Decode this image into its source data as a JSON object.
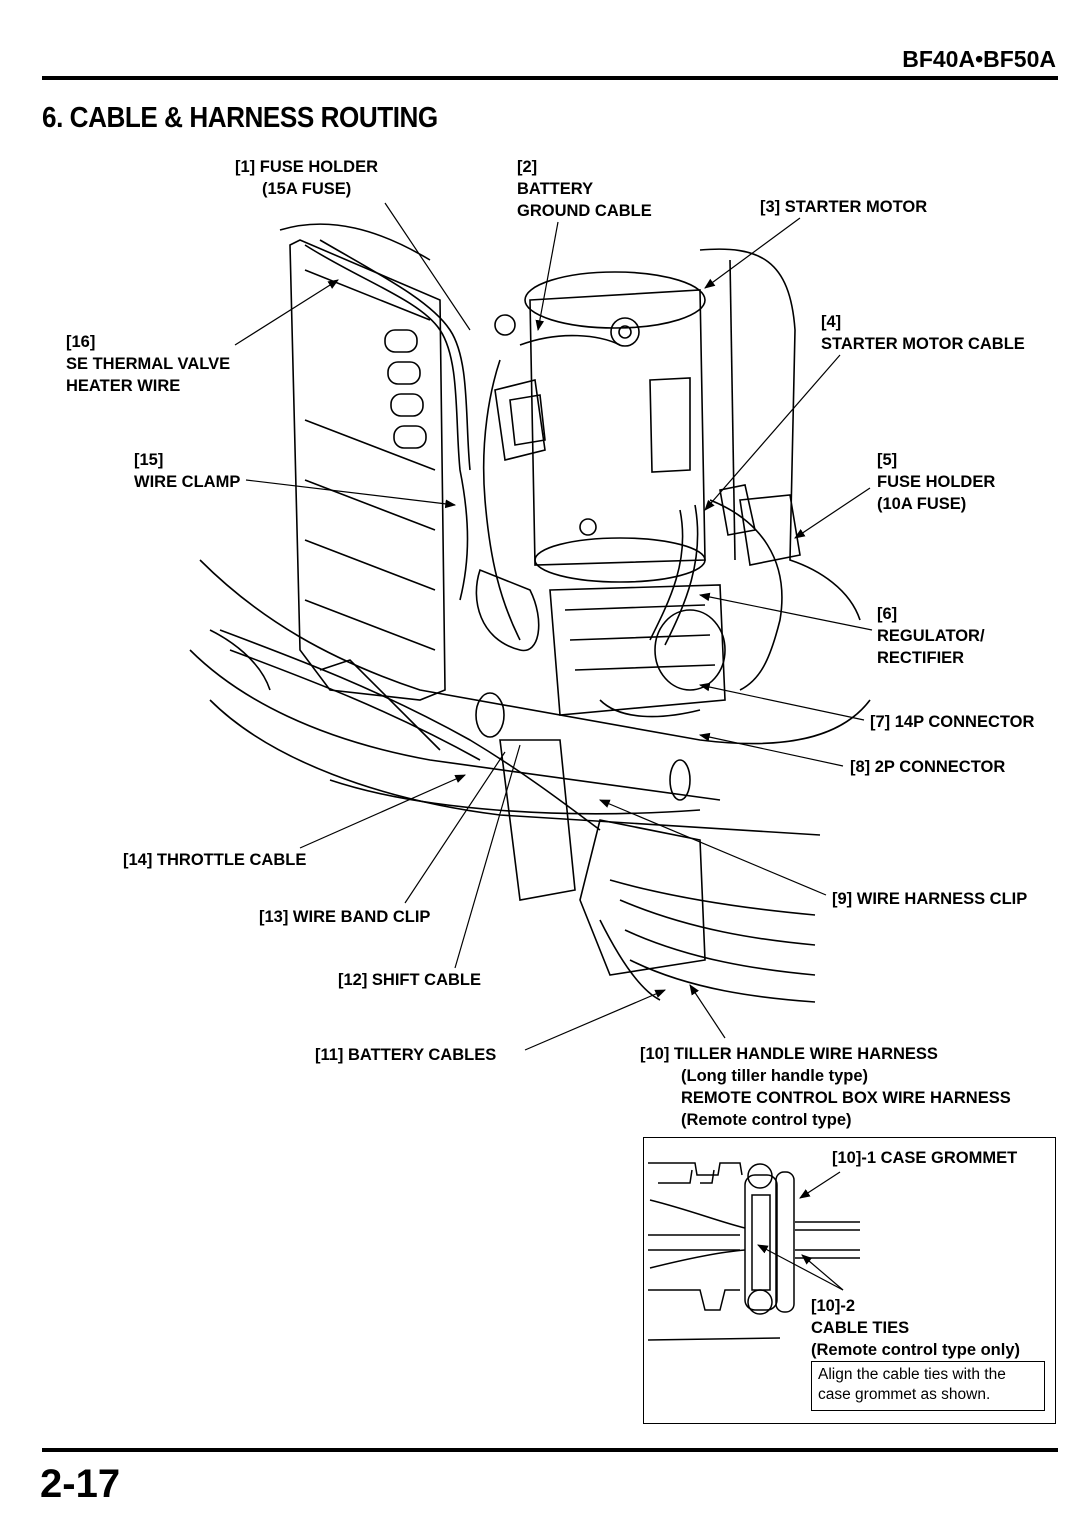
{
  "header": {
    "model": "BF40A•BF50A"
  },
  "section": {
    "title": "6. CABLE & HARNESS ROUTING"
  },
  "labels": {
    "l1": [
      "[1] FUSE HOLDER",
      "(15A FUSE)"
    ],
    "l2": [
      "[2]",
      "BATTERY",
      "GROUND CABLE"
    ],
    "l3": [
      "[3] STARTER MOTOR"
    ],
    "l4": [
      "[4]",
      "STARTER MOTOR CABLE"
    ],
    "l5": [
      "[5]",
      "FUSE HOLDER",
      "(10A FUSE)"
    ],
    "l6": [
      "[6]",
      "REGULATOR/",
      "RECTIFIER"
    ],
    "l7": [
      "[7] 14P CONNECTOR"
    ],
    "l8": [
      "[8] 2P CONNECTOR"
    ],
    "l9": [
      "[9] WIRE HARNESS CLIP"
    ],
    "l10": [
      "[10] TILLER HANDLE WIRE HARNESS",
      "(Long tiller handle type)",
      "REMOTE CONTROL BOX WIRE HARNESS",
      "(Remote control type)"
    ],
    "l11": [
      "[11] BATTERY CABLES"
    ],
    "l12": [
      "[12] SHIFT CABLE"
    ],
    "l13": [
      "[13] WIRE BAND CLIP"
    ],
    "l14": [
      "[14] THROTTLE CABLE"
    ],
    "l15": [
      "[15]",
      "WIRE CLAMP"
    ],
    "l16": [
      "[16]",
      "SE THERMAL VALVE",
      "HEATER WIRE"
    ]
  },
  "inset": {
    "l10_1": "[10]-1 CASE GROMMET",
    "l10_2": [
      "[10]-2",
      "CABLE TIES",
      "(Remote control type only)"
    ],
    "note": [
      "Align the cable ties with the",
      "case grommet as shown."
    ]
  },
  "footer": {
    "page_number": "2-17"
  }
}
